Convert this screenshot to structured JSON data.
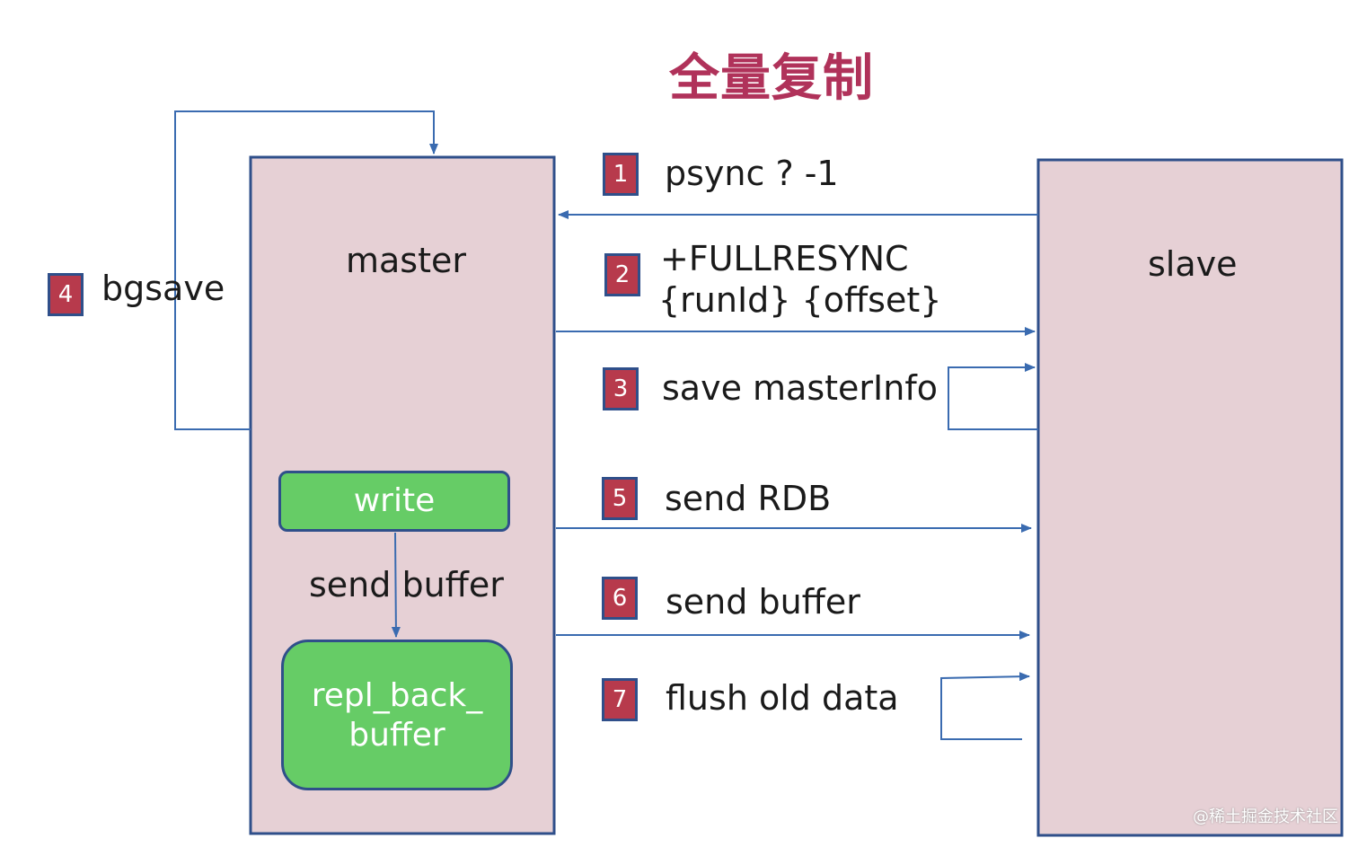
{
  "title": "全量复制",
  "master": {
    "label": "master"
  },
  "slave": {
    "label": "slave"
  },
  "write_box": {
    "label": "write"
  },
  "buffer_box": {
    "line1": "repl_back_",
    "line2": "buffer"
  },
  "internal_arrow_label": "send buffer",
  "steps": [
    {
      "num": "1",
      "text": "psync ? -1"
    },
    {
      "num": "2",
      "line1": "+FULLRESYNC",
      "line2": "{runId} {offset}"
    },
    {
      "num": "3",
      "text": "save masterInfo"
    },
    {
      "num": "4",
      "text": "bgsave"
    },
    {
      "num": "5",
      "text": "send RDB"
    },
    {
      "num": "6",
      "text": "send buffer"
    },
    {
      "num": "7",
      "text": "flush old data"
    }
  ],
  "watermark": "@稀土掘金技术社区",
  "colors": {
    "title": "#b0325a",
    "box_fill": "#e6d0d5",
    "box_border": "#2f4f8a",
    "badge_fill": "#b73a4c",
    "green": "#66cc66",
    "arrow": "#3a6bb0"
  }
}
